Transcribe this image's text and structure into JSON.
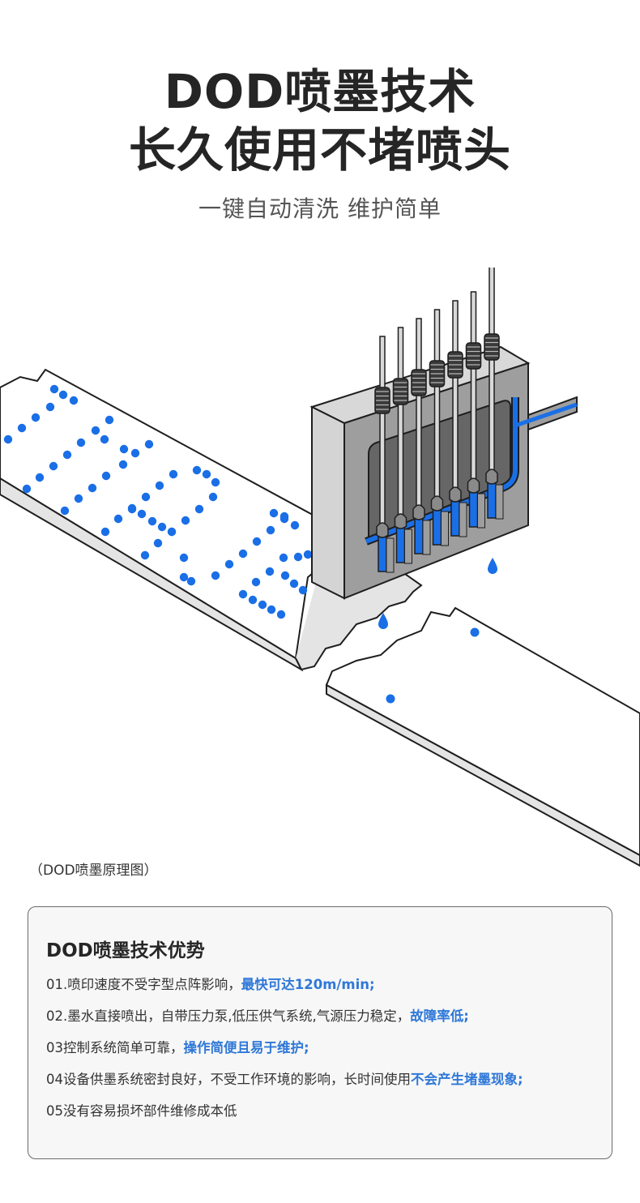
{
  "header": {
    "title_line1": "DOD喷墨技术",
    "title_line2": "长久使用不堵喷头",
    "subtitle": "一键自动清洗 维护简单"
  },
  "illustration": {
    "caption": "（DOD喷墨原理图）",
    "icons": [
      "printhead-block-icon",
      "nozzle-needle-icon",
      "ink-supply-pipe-icon",
      "ink-droplet-icon",
      "substrate-strip-icon",
      "dot-matrix-print-icon"
    ],
    "nozzle_count": 7
  },
  "advantages": {
    "title": "DOD喷墨技术优势",
    "items": [
      {
        "text": "01.喷印速度不受字型点阵影响，",
        "highlight": "最快可达120m/min;"
      },
      {
        "text": "02.墨水直接喷出，自带压力泵,低压供气系统,气源压力稳定，",
        "highlight": "故障率低;"
      },
      {
        "text": "03控制系统简单可靠，",
        "highlight": "操作简便且易于维护;"
      },
      {
        "text": "04设备供墨系统密封良好，不受工作环境的影响，长时间使用",
        "highlight": "不会产生堵墨现象;"
      },
      {
        "text": "05没有容易损坏部件维修成本低",
        "highlight": ""
      }
    ]
  },
  "colors": {
    "ink_blue": "#1a6fe6",
    "highlight_blue": "#2f78d8",
    "title_dark": "#252525",
    "card_bg": "#f7f7f7"
  }
}
